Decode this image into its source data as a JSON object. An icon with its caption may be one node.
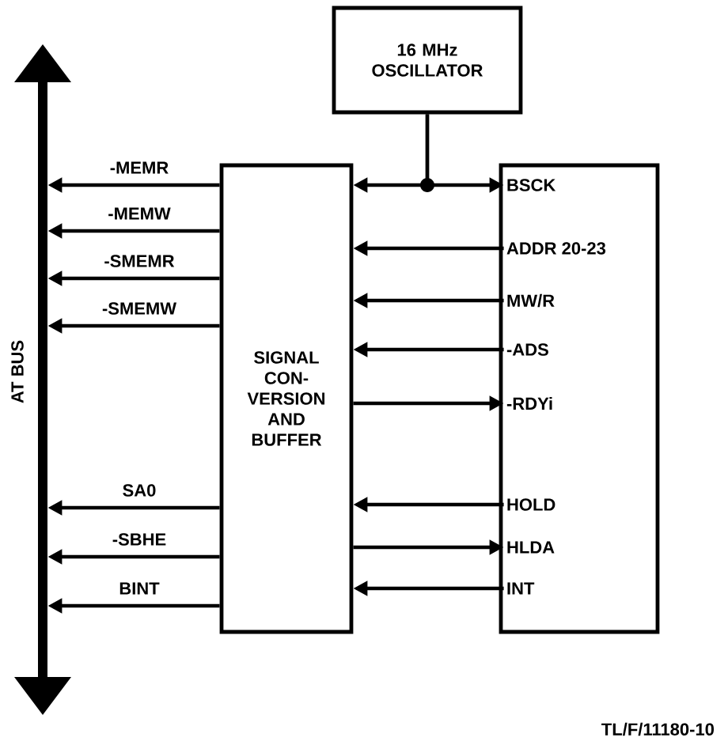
{
  "diagram": {
    "nodes": [
      {
        "text": [
          "AT BUS"
        ]
      },
      {
        "text": [
          "16 MHz OSCILLATOR"
        ]
      },
      {
        "text": [
          "SIGNAL CON- VERSION AND BUFFER"
        ]
      },
      {
        "text": [],
        "shape": "box"
      },
      {
        "text": [
          "BSCK"
        ],
        "in": 3
      },
      {
        "text": [
          "ADDR 20-23"
        ],
        "in": 3
      },
      {
        "text": [
          "MW/R"
        ],
        "in": 3
      },
      {
        "text": [
          "-ADS"
        ],
        "in": 3
      },
      {
        "text": [
          "-RDYi"
        ],
        "in": 3
      },
      {
        "text": [
          "HOLD"
        ],
        "in": 3
      },
      {
        "text": [
          "HLDA"
        ],
        "in": 3
      },
      {
        "text": [
          "INT"
        ],
        "in": 3
      }
    ],
    "edges": [
      {
        "from": 2,
        "to": 0,
        "arrow": "to",
        "label": "-MEMR"
      },
      {
        "from": 2,
        "to": 0,
        "arrow": "to",
        "label": "-MEMW"
      },
      {
        "from": 2,
        "to": 0,
        "arrow": "to",
        "label": "-SMEMR"
      },
      {
        "from": 2,
        "to": 0,
        "arrow": "to",
        "label": "-SMEMW"
      },
      {
        "from": 2,
        "to": 0,
        "arrow": "to",
        "label": "SA0"
      },
      {
        "from": 2,
        "to": 0,
        "arrow": "to",
        "label": "-SBHE"
      },
      {
        "from": 2,
        "to": 0,
        "arrow": "to",
        "label": "BINT"
      },
      {
        "from": 1,
        "to": 4,
        "arrow": "to"
      },
      {
        "from": 1,
        "to": 2,
        "arrow": "to"
      },
      {
        "from": 5,
        "to": 2,
        "arrow": "to"
      },
      {
        "from": 6,
        "to": 2,
        "arrow": "to"
      },
      {
        "from": 7,
        "to": 2,
        "arrow": "to"
      },
      {
        "from": 2,
        "to": 8,
        "arrow": "to"
      },
      {
        "from": 9,
        "to": 2,
        "arrow": "to"
      },
      {
        "from": 2,
        "to": 10,
        "arrow": "to"
      },
      {
        "from": 11,
        "to": 2,
        "arrow": "to"
      }
    ],
    "labels": [
      "TL/F/11180-10"
    ]
  }
}
